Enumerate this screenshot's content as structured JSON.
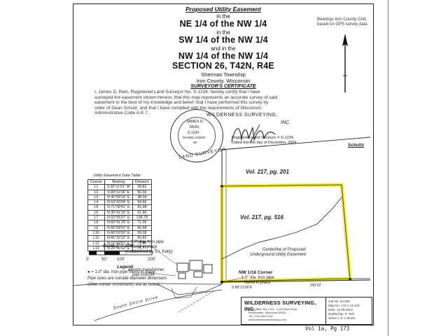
{
  "header": {
    "line1": "Proposed Utility Easement",
    "line2": "in the",
    "line3": "NE 1/4 of the NW 1/4",
    "line4": "in the",
    "line5": "SW 1/4 of the NW 1/4",
    "line6": "and in the",
    "line7": "NW 1/4 of the NW 1/4",
    "line8": "SECTION 26, T42N, R4E",
    "line9": "Sherman Township",
    "line10": "Iron County, Wisconsin",
    "cert_title": "SURVEYOR'S CERTIFICATE"
  },
  "certificate": {
    "l1": "I, James D. Rein, Registered Land Surveyor No. S-1234, hereby certify that I have",
    "l2": "surveyed the easement shown hereon; that this map represents an accurate survey of said",
    "l3": "easement to the best of my knowledge and belief; that I have performed this survey by",
    "l4": "order of Dean Schulz; and that I have complied with the requirements of Wisconsin",
    "l5": "Administrative Code A-E 7."
  },
  "bearings_note": {
    "l1": "Bearings Iron County Grid,",
    "l2": "based on GPS survey data"
  },
  "seal": {
    "top": "WILDERNESS SURVEYING,",
    "inc": "INC.",
    "name": "JAMES D.",
    "name2": "REIN",
    "num": "S-1234",
    "city": "RHINELANDER",
    "state": "WI",
    "arc": "LAND SURVEYOR"
  },
  "signature_block": {
    "l1": "Registered Land Surveyor # S-1234",
    "l2": "Dated this 9th day of December, 2004"
  },
  "curve_table": {
    "title": "Utility Easement Data Table",
    "headers": [
      "Course",
      "Bearing",
      "Distance"
    ],
    "rows": [
      [
        "L1",
        "S 00°11'51\" W",
        "28.82"
      ],
      [
        "L2",
        "S 89°13'36\" E",
        "50.00"
      ],
      [
        "L3",
        "N 45°09'24\" E",
        "48.34"
      ],
      [
        "L4",
        "N 63°43'04\" E",
        "94.50"
      ],
      [
        "L5",
        "N 71°39'41\" E",
        "81.98"
      ],
      [
        "L6",
        "N 35°41'15\" E",
        "61.90"
      ],
      [
        "L7",
        "N 02°55'37\" E",
        "136.78"
      ],
      [
        "L8",
        "N 83°41'29\" E",
        "71.05"
      ],
      [
        "L9",
        "N 82°58'01\" E",
        "66.58"
      ],
      [
        "L10",
        "N 80°03'50\" E",
        "59.38"
      ],
      [
        "L11",
        "N 66°16'22\" E",
        "60.82"
      ],
      [
        "L12",
        "N 11°42'51\" E",
        "72.46"
      ],
      [
        "L13",
        "N 29°08'02\" E",
        "71.77"
      ]
    ]
  },
  "scale": {
    "label": "Scale 1\"= 100'",
    "t0": "0'",
    "t1": "50'",
    "t2": "100'",
    "t3": "200'"
  },
  "legend": {
    "title": "Legend",
    "item1": "= 1.0\" dia. Iron pipe found in place.",
    "item2": "Pipe sizes are outside diameter dimension.",
    "item3": "Other corner monuments are as noted."
  },
  "map_labels": {
    "vol1": "Vol. 217, pg. 201",
    "vol2": "Vol. 217, pg. 516",
    "schultz": "Schultz",
    "centerline1": "Centerline of Proposed",
    "centerline2": "Underground Utility Easement",
    "pipe_note1": "1.0\" dia. Iron pipe",
    "pipe_note2": "found in place",
    "pipe_note3": "(established by S.I. Kelly)",
    "transformer1": "electric transformer",
    "transformer2": "pad #16034",
    "corner1": "NW 1/16 Corner",
    "corner2": "1.0\" dia. Iron pipe",
    "corner3": "found in place",
    "bearing_bottom": "S 89°13'36\"E",
    "dist_bottom": "200.52",
    "road": "South Shore Drive"
  },
  "title_block": {
    "company": "WILDERNESS SURVEYING, INC.",
    "addr1": "Post Office Box 1111 - 1234 Main Road",
    "addr2": "Rhinelander, Wisconsin 54501",
    "phone": "Tel: (715) 555-0100",
    "web": "www.wildernesssurveying.com",
    "r1": "Job No. 04-000",
    "r2": "Map No. V.R.1-14-415",
    "r3": "Date: 12-09-2004",
    "r4": "Drafted By: P. Toth",
    "r5": "Sheet 1 of 1 sheets"
  },
  "footer": {
    "text": "Vol 1a, Pg 173"
  }
}
